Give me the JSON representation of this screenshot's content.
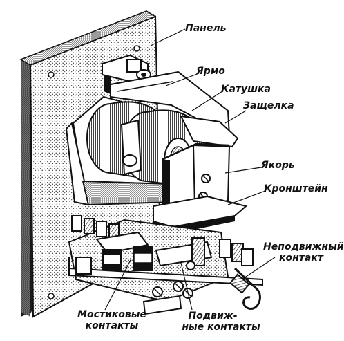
{
  "labels": {
    "panel": "Панель",
    "yoke": "Ярмо",
    "coil": "Катушка",
    "latch": "Защелка",
    "armature": "Якорь",
    "bracket": "Кронштейн",
    "fixed_contact_1": "Неподвижный",
    "fixed_contact_2": "контакт",
    "bridge_contacts_1": "Мостиковые",
    "bridge_contacts_2": "контакты",
    "movable_contacts_1": "Подвиж-",
    "movable_contacts_2": "ные контакты"
  },
  "colors": {
    "ink": "#111111",
    "paper": "#ffffff",
    "stipple": "#555555"
  },
  "icons": {
    "relay": "electromagnetic-relay-illustration"
  }
}
